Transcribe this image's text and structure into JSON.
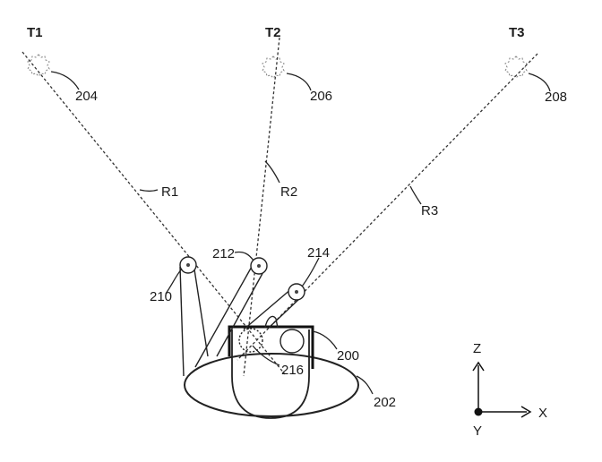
{
  "labels": {
    "t1": "T1",
    "t2": "T2",
    "t3": "T3",
    "target_1": "204",
    "target_2": "206",
    "target_3": "208",
    "ray_1": "R1",
    "ray_2": "R2",
    "ray_3": "R3",
    "sensor_1": "210",
    "sensor_2": "212",
    "sensor_3": "214",
    "device": "200",
    "base": "202",
    "center": "216"
  },
  "axes": {
    "z": "Z",
    "x": "X",
    "y": "Y"
  }
}
